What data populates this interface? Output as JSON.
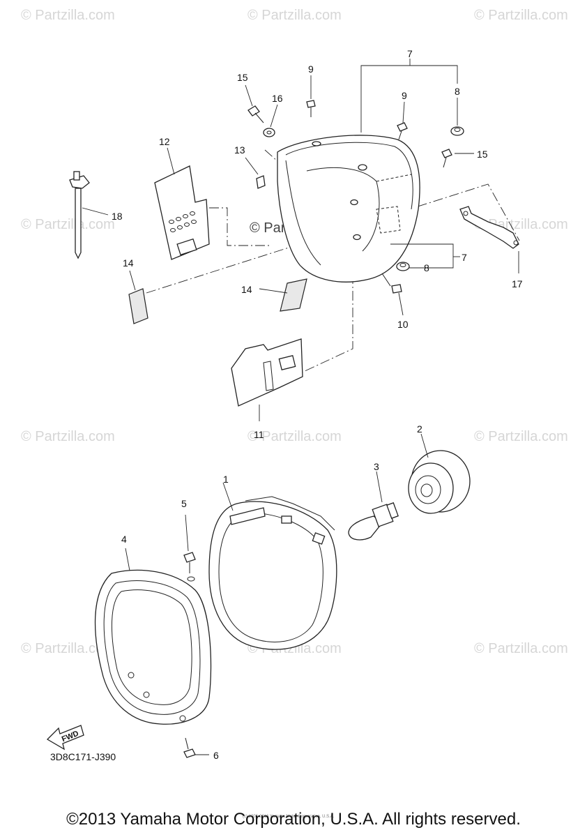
{
  "watermark": {
    "text": "© Partzilla.com",
    "main_text": "© Partzilla.com"
  },
  "callouts": {
    "c1": "1",
    "c2": "2",
    "c3": "3",
    "c4": "4",
    "c5": "5",
    "c6": "6",
    "c7a": "7",
    "c7b": "7",
    "c8a": "8",
    "c8b": "8",
    "c9a": "9",
    "c9b": "9",
    "c10": "10",
    "c11": "11",
    "c12": "12",
    "c13": "13",
    "c14a": "14",
    "c14b": "14",
    "c15a": "15",
    "c15b": "15",
    "c16": "16",
    "c17": "17",
    "c18": "18"
  },
  "fwd_label": "FWD",
  "diagram_code": "3D8C171-J390",
  "tiny_notice": "(c) 2005-2016 Yamaha Motor Corporation, U.S.A.",
  "copyright": "©2013 Yamaha Motor Corporation, U.S.A. All rights reserved."
}
